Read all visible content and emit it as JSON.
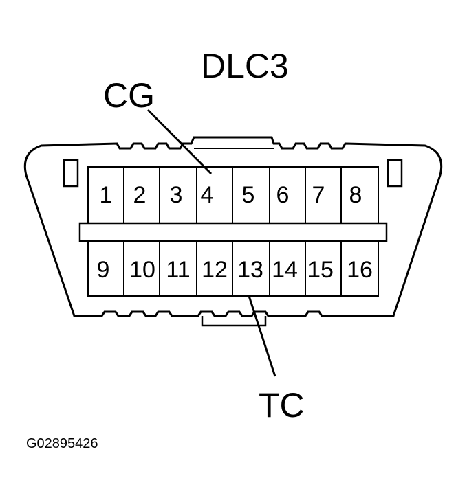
{
  "diagram": {
    "title": "DLC3",
    "cg_label": "CG",
    "tc_label": "TC",
    "figure_code": "G02895426"
  },
  "pins": {
    "top": [
      "1",
      "2",
      "3",
      "4",
      "5",
      "6",
      "7",
      "8"
    ],
    "bottom": [
      "9",
      "10",
      "11",
      "12",
      "13",
      "14",
      "15",
      "16"
    ]
  },
  "colors": {
    "stroke": "#000000",
    "background": "#ffffff"
  }
}
